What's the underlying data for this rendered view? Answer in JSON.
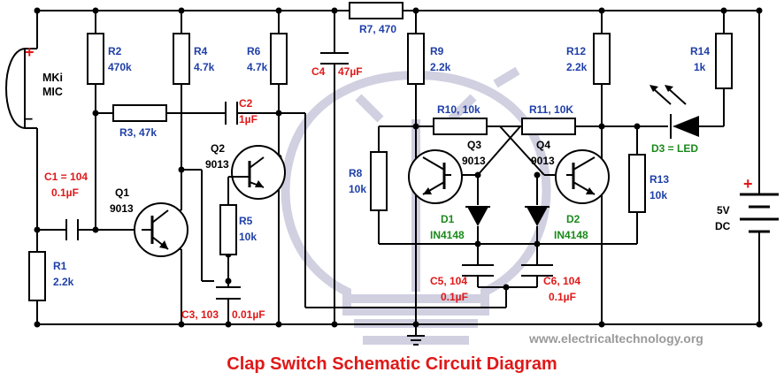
{
  "title": "Clap Switch Schematic Circuit Diagram",
  "website": "www.electricaltechnology.org",
  "colors": {
    "resistor_label": "#1f3fa8",
    "capacitor_label": "#e01818",
    "transistor_label": "#000000",
    "diode_label": "#1a8a1a",
    "title": "#e01818",
    "watermark": "#c8c8dc",
    "website": "#9a9a9a"
  },
  "labels": {
    "mic_line1": "MKi",
    "mic_line2": "MIC",
    "mic_plus": "+",
    "mic_minus": "−",
    "r1_name": "R1",
    "r1_value": "2.2k",
    "r2_name": "R2",
    "r2_value": "470k",
    "r3": "R3, 47k",
    "r4_name": "R4",
    "r4_value": "4.7k",
    "r5_name": "R5",
    "r5_value": "10k",
    "r6_name": "R6",
    "r6_value": "4.7k",
    "r7": "R7, 470",
    "r8_name": "R8",
    "r8_value": "10k",
    "r9_name": "R9",
    "r9_value": "2.2k",
    "r10": "R10, 10k",
    "r11": "R11, 10K",
    "r12_name": "R12",
    "r12_value": "2.2k",
    "r13_name": "R13",
    "r13_value": "10k",
    "r14_name": "R14",
    "r14_value": "1k",
    "c1_name": "C1 = 104",
    "c1_value": "0.1µF",
    "c2_name": "C2",
    "c2_value": "1µF",
    "c3": "C3, 103",
    "c3_value": "0.01µF",
    "c4_name": "C4",
    "c4_value": "47µF",
    "c5_name": "C5, 104",
    "c5_value": "0.1µF",
    "c6_name": "C6, 104",
    "c6_value": "0.1µF",
    "q1_name": "Q1",
    "q1_part": "9013",
    "q2_name": "Q2",
    "q2_part": "9013",
    "q3_name": "Q3",
    "q3_part": "9013",
    "q4_name": "Q4",
    "q4_part": "9013",
    "d1_name": "D1",
    "d1_part": "IN4148",
    "d2_name": "D2",
    "d2_part": "IN4148",
    "d3": "D3 = LED",
    "supply_line1": "5V",
    "supply_line2": "DC",
    "supply_plus": "+"
  }
}
